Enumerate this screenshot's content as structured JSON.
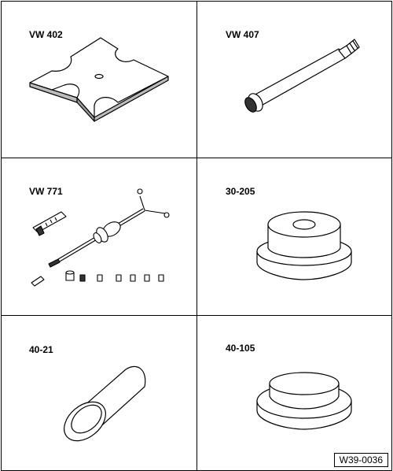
{
  "tools": [
    {
      "label": "VW 402",
      "icon": "cross-plate-icon"
    },
    {
      "label": "VW 407",
      "icon": "mandrel-icon"
    },
    {
      "label": "VW 771",
      "icon": "slide-hammer-kit-icon"
    },
    {
      "label": "30-205",
      "icon": "stepped-thrust-piece-icon"
    },
    {
      "label": "40-21",
      "icon": "sleeve-tube-icon"
    },
    {
      "label": "40-105",
      "icon": "thrust-plate-icon"
    }
  ],
  "figure_ref": "W39-0036"
}
